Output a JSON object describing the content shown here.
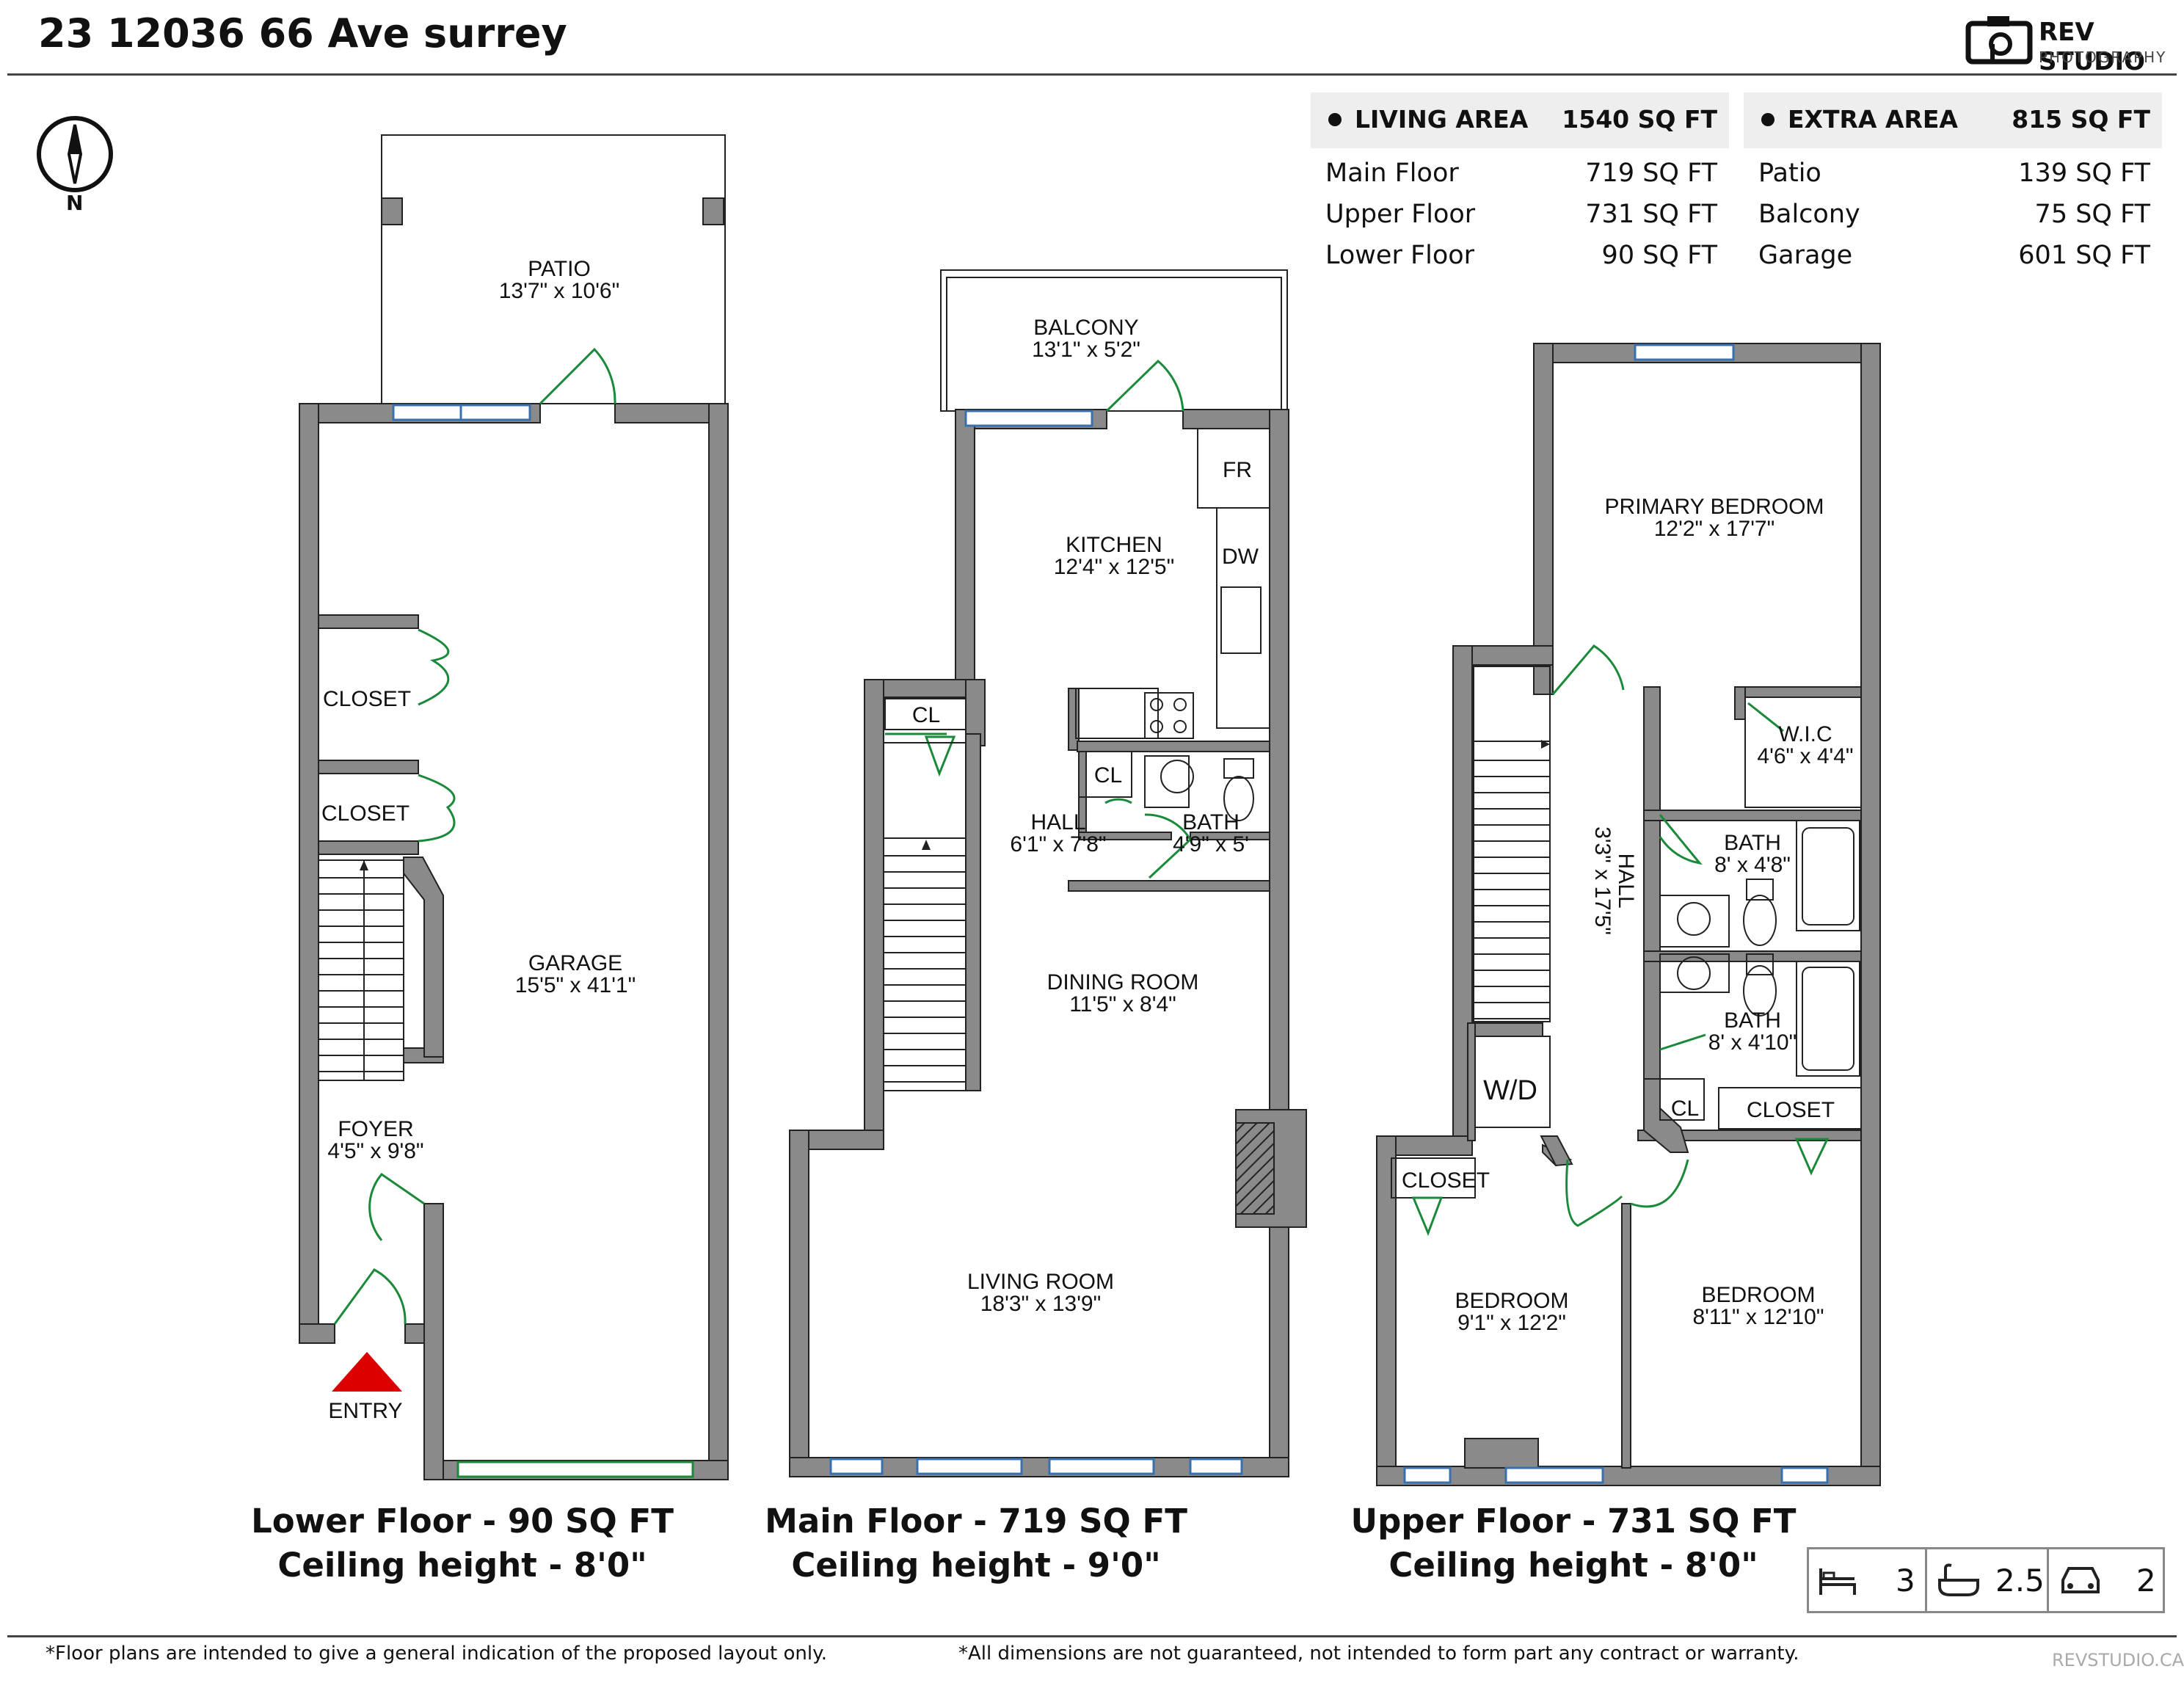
{
  "address": "23 12036 66 Ave surrey",
  "brand": {
    "name": "REV STUDIO",
    "sub": "PHOTOGRAPHY",
    "url": "REVSTUDIO.CA"
  },
  "compass": "N",
  "living_area": {
    "label": "LIVING AREA",
    "total": "1540 SQ FT",
    "rows": [
      {
        "name": "Main Floor",
        "value": "719 SQ FT"
      },
      {
        "name": "Upper Floor",
        "value": "731 SQ FT"
      },
      {
        "name": "Lower Floor",
        "value": "90 SQ FT"
      }
    ]
  },
  "extra_area": {
    "label": "EXTRA AREA",
    "total": "815 SQ FT",
    "rows": [
      {
        "name": "Patio",
        "value": "139 SQ FT"
      },
      {
        "name": "Balcony",
        "value": "75 SQ FT"
      },
      {
        "name": "Garage",
        "value": "601 SQ FT"
      }
    ]
  },
  "lower_floor": {
    "caption1": "Lower Floor - 90 SQ FT",
    "caption2": "Ceiling height - 8'0\"",
    "patio": {
      "name": "PATIO",
      "dims": "13'7\" x 10'6\""
    },
    "closet1": "CLOSET",
    "closet2": "CLOSET",
    "garage": {
      "name": "GARAGE",
      "dims": "15'5\" x 41'1\""
    },
    "foyer": {
      "name": "FOYER",
      "dims": "4'5\" x 9'8\""
    },
    "entry": "ENTRY"
  },
  "main_floor": {
    "caption1": "Main Floor - 719 SQ FT",
    "caption2": "Ceiling height - 9'0\"",
    "balcony": {
      "name": "BALCONY",
      "dims": "13'1\" x 5'2\""
    },
    "fr": "FR",
    "dw": "DW",
    "kitchen": {
      "name": "KITCHEN",
      "dims": "12'4\" x 12'5\""
    },
    "cl1": "CL",
    "cl2": "CL",
    "hall": {
      "name": "HALL",
      "dims": "6'1\" x 7'8\""
    },
    "bath": {
      "name": "BATH",
      "dims": "4'9\" x 5'"
    },
    "dining": {
      "name": "DINING ROOM",
      "dims": "11'5\" x 8'4\""
    },
    "living": {
      "name": "LIVING ROOM",
      "dims": "18'3\" x 13'9\""
    }
  },
  "upper_floor": {
    "caption1": "Upper Floor - 731 SQ FT",
    "caption2": "Ceiling height - 8'0\"",
    "primary": {
      "name": "PRIMARY BEDROOM",
      "dims": "12'2\" x 17'7\""
    },
    "wic": {
      "name": "W.I.C",
      "dims": "4'6\" x 4'4\""
    },
    "hall": {
      "name": "HALL",
      "dims": "3'3\" x 17'5\""
    },
    "bath1": {
      "name": "BATH",
      "dims": "8' x 4'8\""
    },
    "bath2": {
      "name": "BATH",
      "dims": "8' x 4'10\""
    },
    "wd": "W/D",
    "cl": "CL",
    "closet1": "CLOSET",
    "closet2": "CLOSET",
    "bedroom1": {
      "name": "BEDROOM",
      "dims": "9'1\" x 12'2\""
    },
    "bedroom2": {
      "name": "BEDROOM",
      "dims": "8'11\" x 12'10\""
    }
  },
  "stats": {
    "beds": "3",
    "baths": "2.5",
    "garage": "2"
  },
  "footer": {
    "left": "*Floor plans are intended to give a general indication of the proposed layout only.",
    "right": "*All dimensions are not guaranteed, not intended to form part any contract or warranty."
  },
  "colors": {
    "wall": "#8a8a8a",
    "wall_stroke": "#222222",
    "door": "#1a8a3a",
    "window": "#3a6fb0",
    "entry": "#dd0000"
  }
}
